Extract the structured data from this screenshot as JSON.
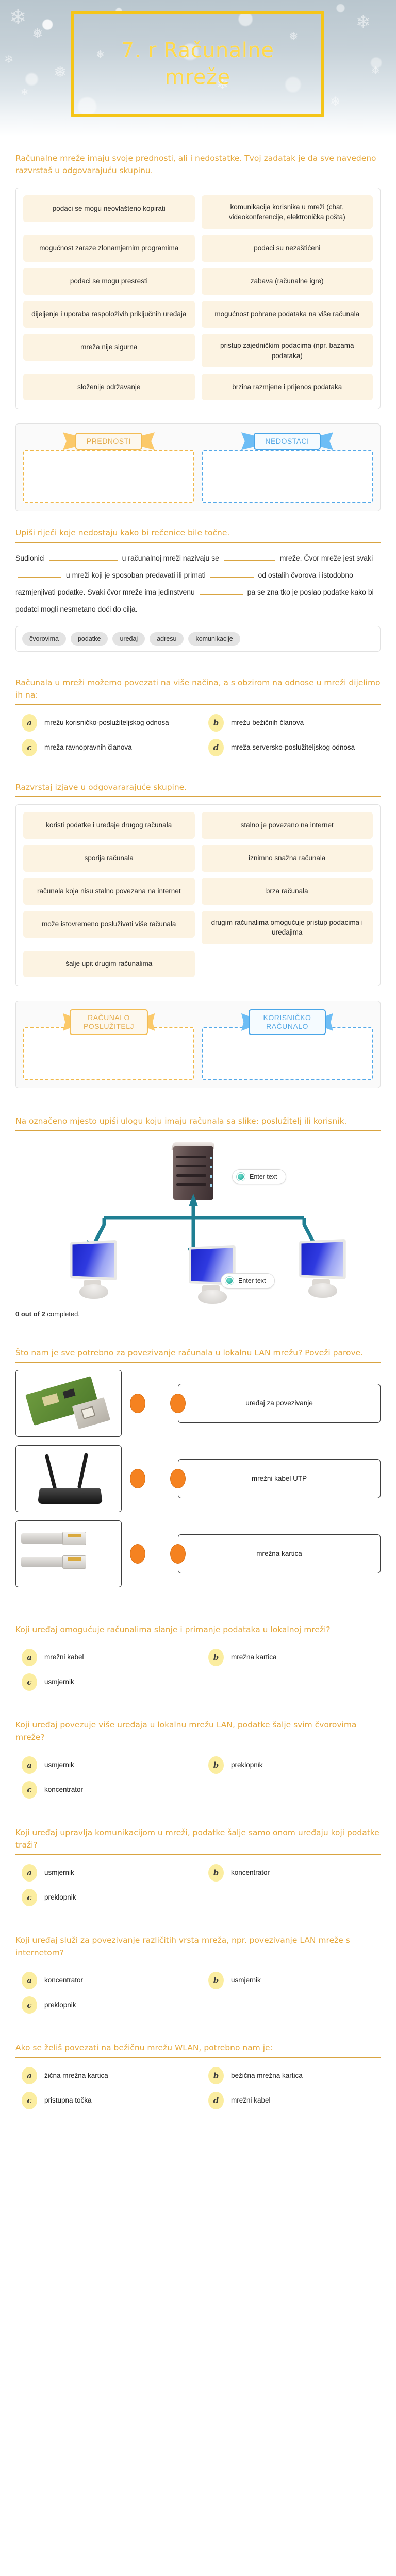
{
  "hero": {
    "title_line1": "7. r Računalne",
    "title_line2": "mreže",
    "border_color": "#f5c518",
    "title_color": "#ffd94a"
  },
  "sections": {
    "q1": {
      "prompt": "Računalne mreže imaju svoje prednosti, ali i nedostatke. Tvoj zadatak je da sve navedeno razvrstaš u odgovarajuću skupinu.",
      "tiles": [
        "podaci se mogu neovlašteno kopirati",
        "komunikacija korisnika u mreži (chat, videokonferencije, elektronička pošta)",
        "mogućnost zaraze zlonamjernim programima",
        "podaci su nezaštićeni",
        "podaci se mogu presresti",
        "zabava (računalne igre)",
        "dijeljenje i uporaba raspoloživih priključnih uređaja",
        "mogućnost pohrane podataka na više računala",
        "mreža nije sigurna",
        "pristup zajedničkim podacima (npr. bazama podataka)",
        "složenije održavanje",
        "brzina razmjene i prijenos podataka"
      ],
      "dropzones": [
        {
          "label": "PREDNOSTI",
          "color": "#f0b84a"
        },
        {
          "label": "NEDOSTACI",
          "color": "#53a8e8"
        }
      ]
    },
    "q2": {
      "prompt": "Upiši riječi koje nedostaju kako bi rečenice bile točne.",
      "text_parts": [
        "Sudionici",
        "u računalnoj mreži nazivaju se",
        "mreže. Čvor mreže jest svaki",
        "u mreži koji je sposoban predavati ili primati",
        "od ostalih čvorova i istodobno razmjenjivati podatke. Svaki čvor mreže ima jedinstvenu",
        "pa se zna tko je poslao podatke kako bi podatci mogli nesmetano doći do cilja."
      ],
      "wordbank": [
        "čvorovima",
        "podatke",
        "uređaj",
        "adresu",
        "komunikacije"
      ]
    },
    "q3": {
      "prompt": "Računala u mreži možemo povezati na više načina, a s obzirom na odnose u mreži dijelimo ih na:",
      "options": [
        {
          "key": "a",
          "label": "mrežu korisničko-poslužiteljskog odnosa"
        },
        {
          "key": "b",
          "label": "mrežu bežičnih članova"
        },
        {
          "key": "c",
          "label": "mreža ravnopravnih članova"
        },
        {
          "key": "d",
          "label": "mreža serversko-poslužiteljskog odnosa"
        }
      ]
    },
    "q4": {
      "prompt": "Razvrstaj izjave u odgovararajuće skupine.",
      "tiles": [
        "koristi podatke i uređaje drugog računala",
        "stalno je povezano na internet",
        "sporija računala",
        "iznimno snažna računala",
        "računala koja nisu stalno povezana na internet",
        "brza računala",
        "može istovremeno posluživati više računala",
        "drugim računalima omogućuje pristup podacima i uređajima",
        "šalje upit drugim računalima"
      ],
      "dropzones": [
        {
          "label": "RAČUNALO POSLUŽITELJ",
          "color": "#f0b84a"
        },
        {
          "label": "KORISNIČKO RAČUNALO",
          "color": "#53a8e8"
        }
      ]
    },
    "q5": {
      "prompt": "Na označeno mjesto upiši ulogu koju imaju računala sa slike: poslužitelj ili korisnik.",
      "hotspot_placeholder": "Enter text",
      "hotspots": 2,
      "progress": {
        "prefix": "0 out of 2",
        "suffix": " completed."
      }
    },
    "q6": {
      "prompt": "Što nam je sve potrebno za povezivanje računala u lokalnu LAN mrežu? Poveži parove.",
      "pairs": [
        {
          "image": "network-interface-card",
          "label": "uređaj za povezivanje"
        },
        {
          "image": "wireless-router",
          "label": "mrežni kabel UTP"
        },
        {
          "image": "utp-cable",
          "label": "mrežna kartica"
        }
      ],
      "dot_color": "#f58220"
    },
    "q7": {
      "prompt": "Koji uređaj omogućuje računalima slanje i primanje podataka u lokalnoj mreži?",
      "options": [
        {
          "key": "a",
          "label": "mrežni kabel"
        },
        {
          "key": "b",
          "label": "mrežna kartica"
        },
        {
          "key": "c",
          "label": "usmjernik"
        }
      ]
    },
    "q8": {
      "prompt": "Koji uređaj povezuje više uređaja u lokalnu mrežu LAN, podatke šalje svim čvorovima mreže?",
      "options": [
        {
          "key": "a",
          "label": "usmjernik"
        },
        {
          "key": "b",
          "label": "preklopnik"
        },
        {
          "key": "c",
          "label": "koncentrator"
        }
      ]
    },
    "q9": {
      "prompt": "Koji uređaj upravlja komunikacijom  u mreži, podatke šalje samo onom uređaju koji podatke traži?",
      "options": [
        {
          "key": "a",
          "label": "usmjernik"
        },
        {
          "key": "b",
          "label": "koncentrator"
        },
        {
          "key": "c",
          "label": "preklopnik"
        }
      ]
    },
    "q10": {
      "prompt": "Koji uređaj služi za povezivanje različitih vrsta mreža, npr. povezivanje LAN mreže s internetom?",
      "options": [
        {
          "key": "a",
          "label": "koncentrator"
        },
        {
          "key": "b",
          "label": "usmjernik"
        },
        {
          "key": "c",
          "label": "preklopnik"
        }
      ]
    },
    "q11": {
      "prompt": "Ako se želiš povezati na bežičnu mrežu WLAN, potrebno nam je:",
      "options": [
        {
          "key": "a",
          "label": "žična mrežna kartica"
        },
        {
          "key": "b",
          "label": "bežična mrežna kartica"
        },
        {
          "key": "c",
          "label": "pristupna točka"
        },
        {
          "key": "d",
          "label": "mrežni kabel"
        }
      ]
    }
  }
}
